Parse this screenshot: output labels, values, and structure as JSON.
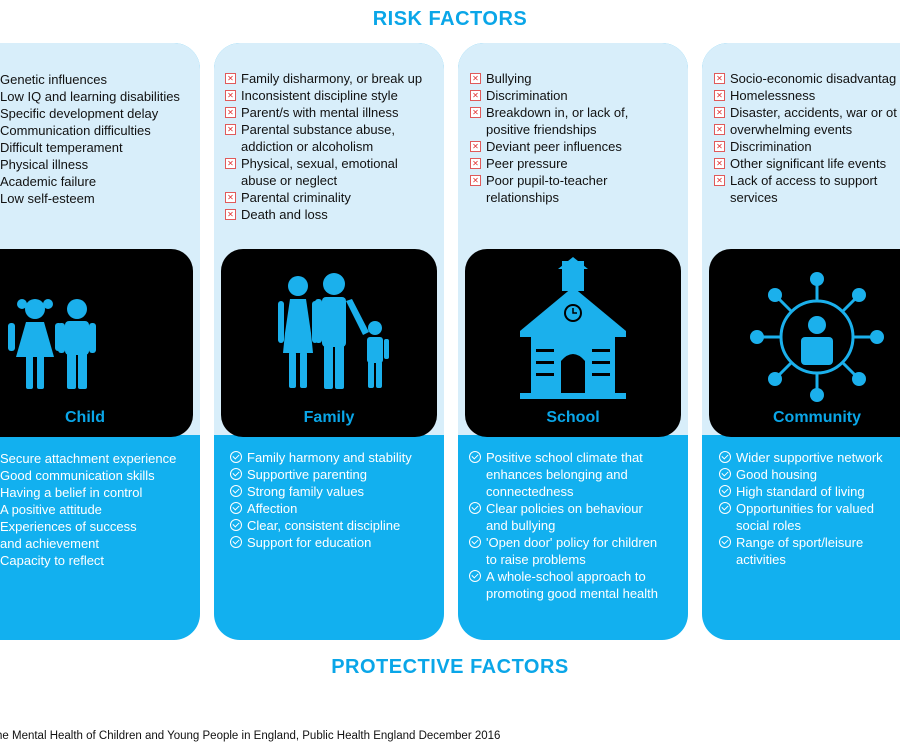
{
  "risk_title": "RISK FACTORS",
  "protective_title": "PROTECTIVE FACTORS",
  "source": "he Mental Health of Children and Young People in England, Public  Health England December 2016",
  "colors": {
    "accent": "#0aa6e8",
    "light_panel": "#d8eefa",
    "protective_bg": "#12b0ef",
    "risk_mark": "#e03030"
  },
  "cards": [
    {
      "label": "Child",
      "icon": "children-icon",
      "risk": [
        "Genetic influences",
        "Low IQ and learning disabilities",
        "Specific development delay",
        "Communication difficulties",
        "Difficult temperament",
        "Physical illness",
        "Academic failure",
        "Low self-esteem"
      ],
      "protective": [
        "Secure attachment experience",
        "Good communication skills",
        "Having a belief in control",
        "A positive attitude",
        "Experiences of success",
        "and achievement",
        "Capacity to reflect"
      ]
    },
    {
      "label": "Family",
      "icon": "family-icon",
      "risk": [
        "Family disharmony, or break up",
        "Inconsistent discipline style",
        "Parent/s with mental illness",
        "Parental substance abuse,",
        "addiction or alcoholism",
        "Physical, sexual, emotional",
        "abuse or neglect",
        "Parental criminality",
        "Death and loss"
      ],
      "protective": [
        "Family harmony and stability",
        "Supportive parenting",
        "Strong family values",
        "Affection",
        "Clear, consistent discipline",
        "Support for education"
      ]
    },
    {
      "label": "School",
      "icon": "school-icon",
      "risk": [
        "Bullying",
        "Discrimination",
        "Breakdown in, or lack of,",
        "positive friendships",
        "Deviant peer influences",
        "Peer pressure",
        "Poor pupil-to-teacher",
        "relationships"
      ],
      "protective": [
        "Positive school climate that",
        "enhances belonging and",
        "connectedness",
        "Clear policies on behaviour",
        "and bullying",
        "'Open door' policy for children",
        "to raise problems",
        "A whole-school approach to",
        "promoting good mental health"
      ]
    },
    {
      "label": "Community",
      "icon": "community-network-icon",
      "risk": [
        "Socio-economic disadvantag",
        "Homelessness",
        "Disaster, accidents, war or ot",
        "overwhelming events",
        "Discrimination",
        "Other significant life events",
        "Lack of access to support",
        "services"
      ],
      "protective": [
        "Wider supportive network",
        "Good housing",
        "High standard of living",
        "Opportunities for valued",
        "social roles",
        "Range of sport/leisure",
        "activities"
      ]
    }
  ]
}
